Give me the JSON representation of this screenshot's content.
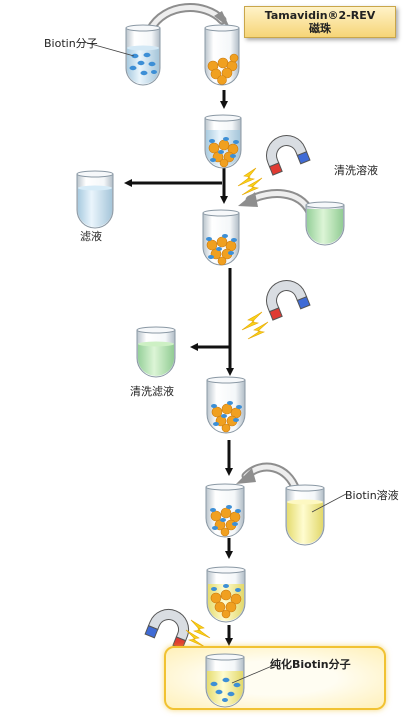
{
  "labels": {
    "biotin_molecule": "Biotin分子",
    "tamavidin_line1": "Tamavidin®2-REV",
    "tamavidin_line2": "磁珠",
    "wash_solution": "清洗溶液",
    "filtrate": "滤液",
    "wash_filtrate": "清洗滤液",
    "biotin_solution": "Biotin溶液",
    "purified_biotin": "纯化Biotin分子"
  },
  "colors": {
    "magnet_red": "#e03a32",
    "magnet_blue": "#3f6bd6",
    "bead_orange": "#f0a020",
    "biotin_blue": "#3d8fd6",
    "liquid_clear": "#d8ecf8",
    "liquid_green": "#c8ecc0",
    "liquid_yellow": "#fbf6b0",
    "spark_yellow": "#f8d21a"
  },
  "icons": {
    "magnet": "magnet-icon",
    "spark": "lightning-icon",
    "tube": "test-tube-icon"
  }
}
